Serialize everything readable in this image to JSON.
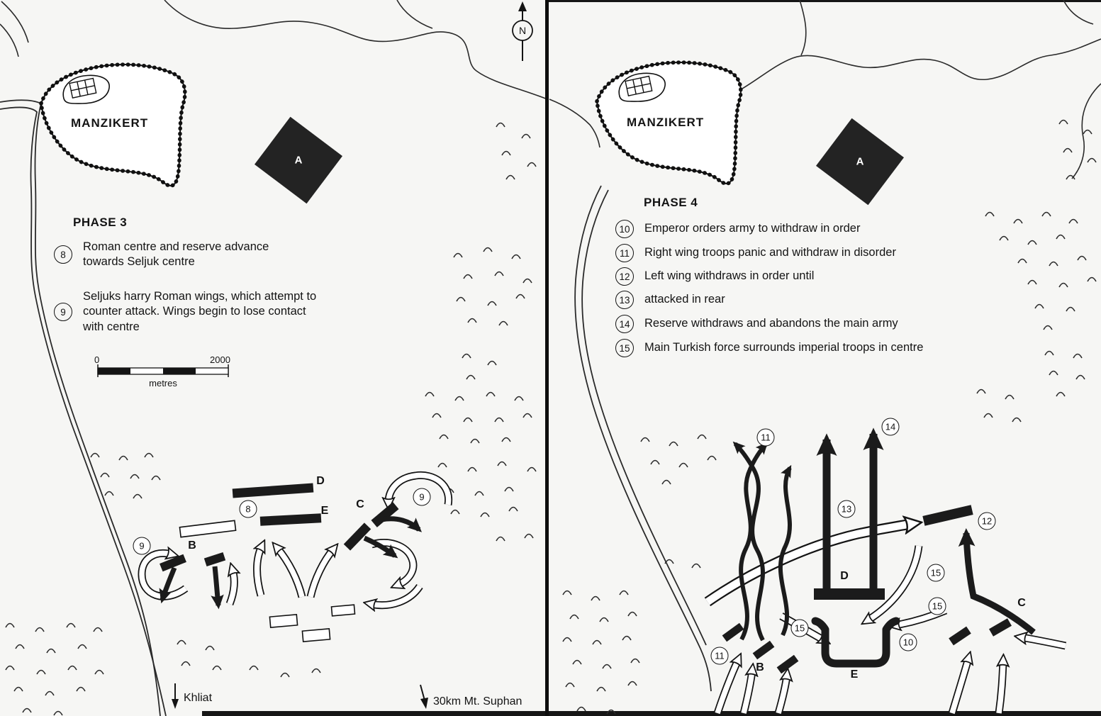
{
  "left": {
    "town": "MANZIKERT",
    "camp": "A",
    "compass": "N",
    "phase": "PHASE 3",
    "legend": [
      {
        "num": "8",
        "text": "Roman centre and reserve advance towards Seljuk centre"
      },
      {
        "num": "9",
        "text": "Seljuks harry Roman wings, which attempt to counter attack. Wings begin to lose contact with centre"
      }
    ],
    "scale": {
      "start": "0",
      "end": "2000",
      "unit": "metres"
    },
    "units": {
      "B": "B",
      "C": "C",
      "D": "D",
      "E": "E"
    },
    "markers": {
      "m8": "8",
      "m9a": "9",
      "m9b": "9"
    },
    "destinations": {
      "khliat": "Khliat",
      "suphan": "30km Mt. Suphan"
    }
  },
  "right": {
    "town": "MANZIKERT",
    "camp": "A",
    "phase": "PHASE 4",
    "legend": [
      {
        "num": "10",
        "text": "Emperor orders army to withdraw in order"
      },
      {
        "num": "11",
        "text": "Right wing troops panic and withdraw in disorder"
      },
      {
        "num": "12",
        "text": "Left wing withdraws in order until"
      },
      {
        "num": "13",
        "text": "attacked in rear"
      },
      {
        "num": "14",
        "text": "Reserve withdraws and abandons the main army"
      },
      {
        "num": "15",
        "text": "Main Turkish force surrounds imperial troops in centre"
      }
    ],
    "units": {
      "B": "B",
      "C": "C",
      "D": "D",
      "E": "E"
    },
    "markers": {
      "m10": "10",
      "m11a": "11",
      "m11b": "11",
      "m12": "12",
      "m13": "13",
      "m14": "14",
      "m15a": "15",
      "m15b": "15",
      "m15c": "15"
    }
  }
}
